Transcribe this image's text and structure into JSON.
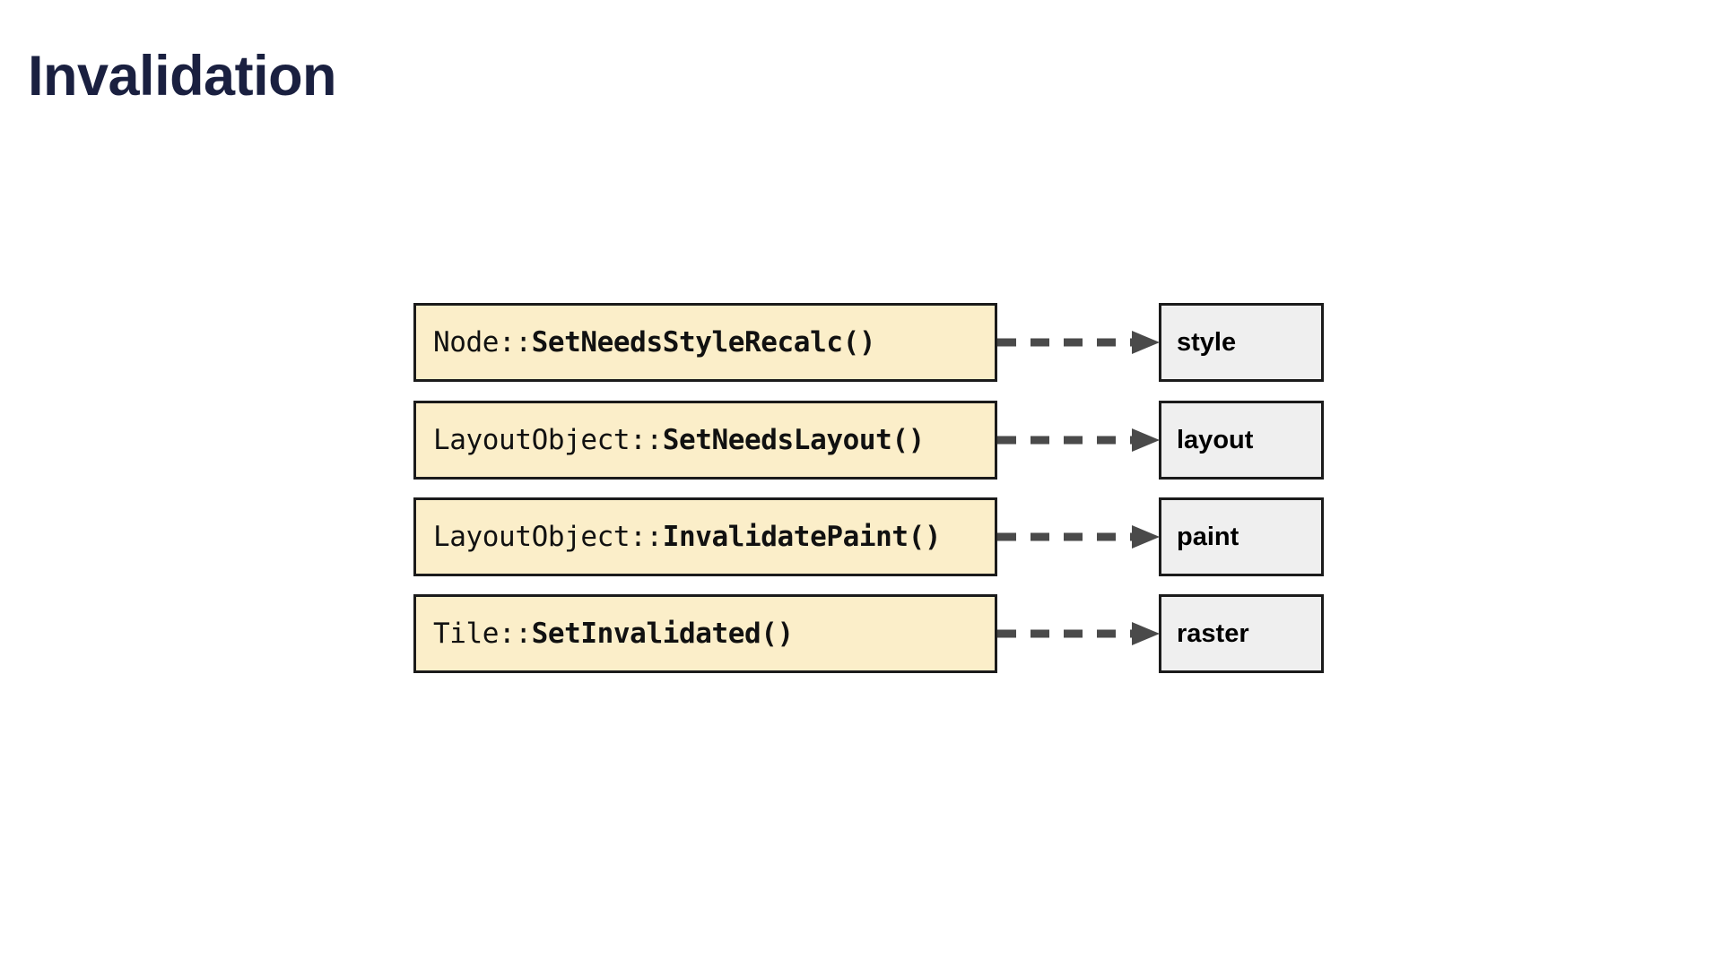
{
  "slide": {
    "title": "Invalidation",
    "title_color": "#1a2040",
    "background": "#ffffff"
  },
  "diagram": {
    "type": "flow-mapping",
    "box_fill_api": "#fbeec9",
    "box_fill_stage": "#efefef",
    "box_border": "#1b1b1b",
    "connector_color": "#4a4a4a",
    "connector_style": "dashed-arrow",
    "rows": [
      {
        "api_scope": "Node::",
        "api_function": "SetNeedsStyleRecalc()",
        "api_full": "Node::SetNeedsStyleRecalc()",
        "stage": "style",
        "connector": "dashed-arrow-right"
      },
      {
        "api_scope": "LayoutObject::",
        "api_function": "SetNeedsLayout()",
        "api_full": "LayoutObject::SetNeedsLayout()",
        "stage": "layout",
        "connector": "dashed-arrow-right"
      },
      {
        "api_scope": "LayoutObject::",
        "api_function": "InvalidatePaint()",
        "api_full": "LayoutObject::InvalidatePaint()",
        "stage": "paint",
        "connector": "dashed-arrow-right"
      },
      {
        "api_scope": "Tile::",
        "api_function": "SetInvalidated()",
        "api_full": "Tile::SetInvalidated()",
        "stage": "raster",
        "connector": "dashed-arrow-right"
      }
    ]
  }
}
